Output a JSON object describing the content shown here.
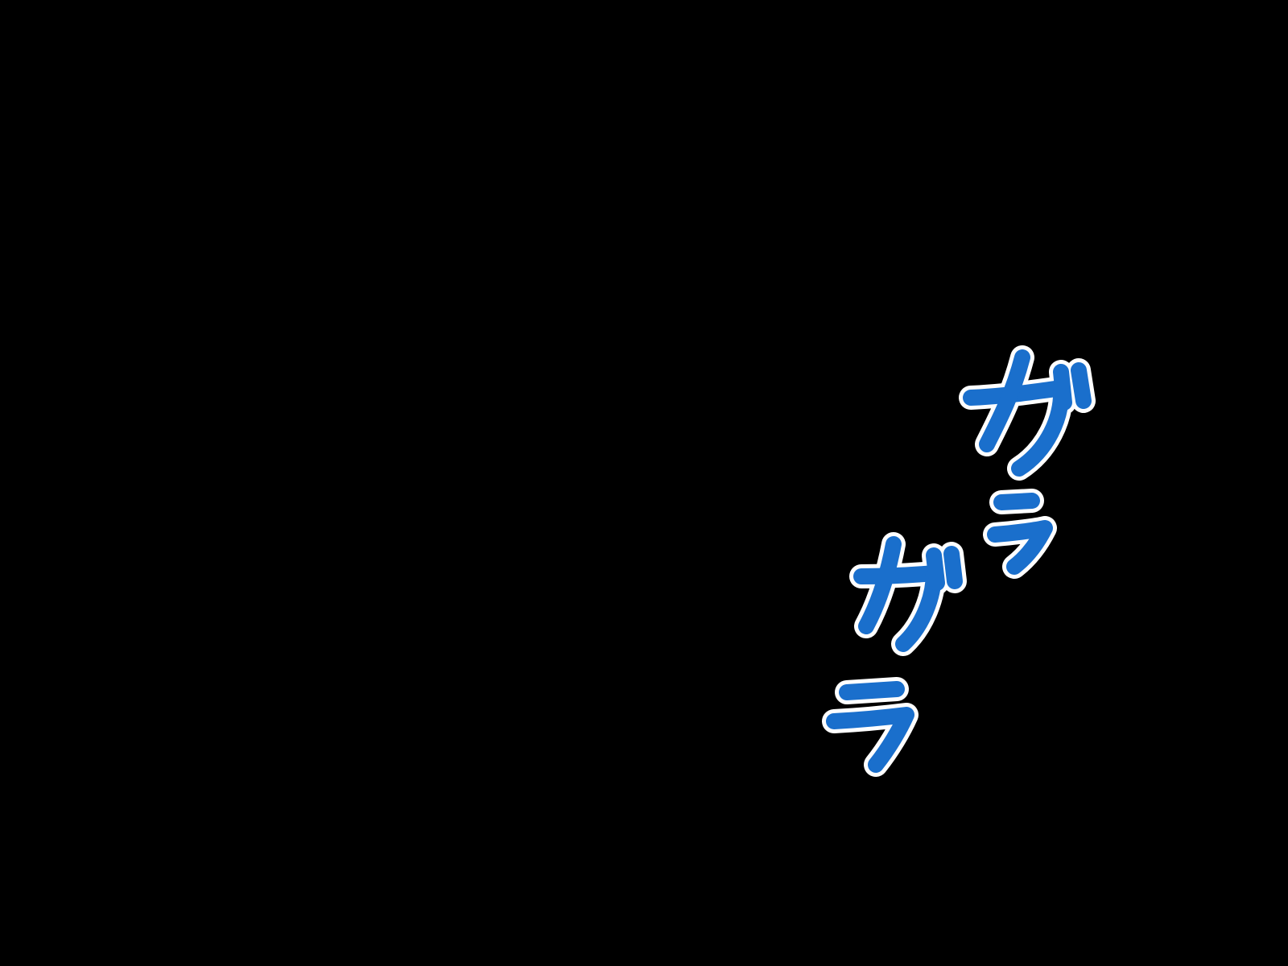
{
  "sound_effect": {
    "text": "ガラガラ",
    "groups": [
      {
        "glyphs": [
          "ガ",
          "ラ"
        ]
      },
      {
        "glyphs": [
          "ガ",
          "ラ"
        ]
      }
    ]
  },
  "colors": {
    "background": "#000000",
    "glyph_fill": "#1a6fcc",
    "glyph_outline": "#ffffff"
  }
}
